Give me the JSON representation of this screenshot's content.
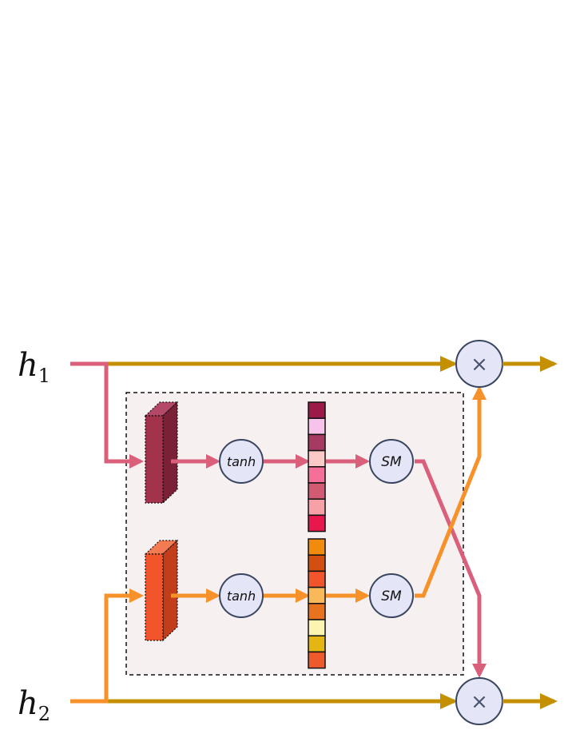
{
  "inputs": [
    {
      "label": "h",
      "subscript": "1"
    },
    {
      "label": "h",
      "subscript": "2"
    }
  ],
  "nodes": {
    "tanh_label": "tanh",
    "softmax_label": "SM",
    "multiply_symbol": "×"
  },
  "colors": {
    "pink_flow": "#d95f7a",
    "orange_flow": "#f7922a",
    "gold_flow": "#c49000",
    "block_top_dark": "#a3334d",
    "block_bottom_dark": "#f2552c",
    "panel_bg": "#f6f0f0",
    "node_fill": "#e4e6f8"
  },
  "vectors": {
    "top": [
      "#9b1a47",
      "#f7c3ea",
      "#a73a63",
      "#fbc9c6",
      "#f66f98",
      "#d35a73",
      "#f7a0a6",
      "#e8184d"
    ],
    "bottom": [
      "#f28a0d",
      "#d24f10",
      "#f2552c",
      "#f9b95a",
      "#e8721e",
      "#fdf4b0",
      "#e5b514",
      "#ef5a2d"
    ]
  }
}
